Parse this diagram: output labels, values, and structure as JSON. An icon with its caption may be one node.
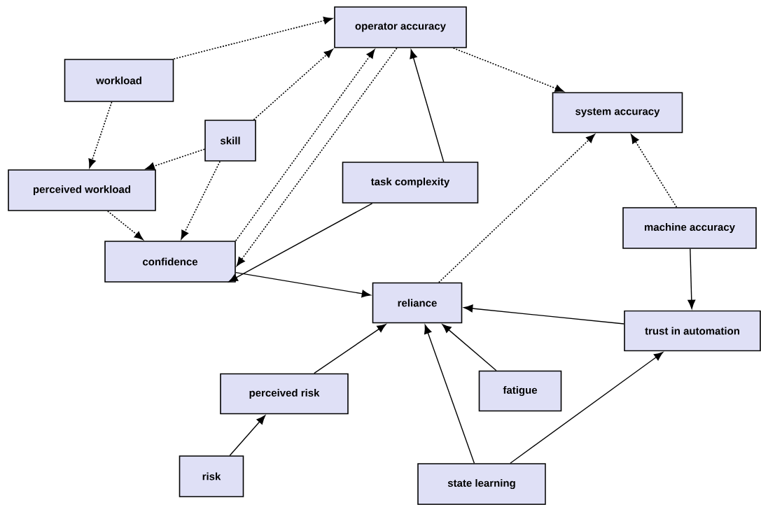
{
  "diagram": {
    "nodes": [
      {
        "text": [
          "operator accuracy"
        ]
      },
      {
        "text": [
          "workload"
        ]
      },
      {
        "text": [
          "system accuracy"
        ]
      },
      {
        "text": [
          "skill"
        ]
      },
      {
        "text": [
          "perceived workload"
        ]
      },
      {
        "text": [
          "task complexity"
        ]
      },
      {
        "text": [
          "machine accuracy"
        ]
      },
      {
        "text": [
          "confidence"
        ]
      },
      {
        "text": [
          "reliance"
        ]
      },
      {
        "text": [
          "trust in automation"
        ]
      },
      {
        "text": [
          "perceived risk"
        ]
      },
      {
        "text": [
          "fatigue"
        ]
      },
      {
        "text": [
          "risk"
        ]
      },
      {
        "text": [
          "state learning"
        ]
      }
    ],
    "edges": [
      {
        "from": 1,
        "to": 0,
        "arrow": "to",
        "style": "dashed"
      },
      {
        "from": 1,
        "to": 4,
        "arrow": "to",
        "style": "dashed"
      },
      {
        "from": 3,
        "to": 0,
        "arrow": "to",
        "style": "dashed"
      },
      {
        "from": 3,
        "to": 4,
        "arrow": "to",
        "style": "dashed"
      },
      {
        "from": 3,
        "to": 7,
        "arrow": "to",
        "style": "dashed"
      },
      {
        "from": 4,
        "to": 7,
        "arrow": "to",
        "style": "dashed"
      },
      {
        "from": 7,
        "to": 0,
        "arrow": "to",
        "style": "dashed"
      },
      {
        "from": 0,
        "to": 7,
        "arrow": "to",
        "style": "dashed"
      },
      {
        "from": 5,
        "to": 0,
        "arrow": "to"
      },
      {
        "from": 5,
        "to": 7,
        "arrow": "to"
      },
      {
        "from": 0,
        "to": 2,
        "arrow": "to",
        "style": "dashed"
      },
      {
        "from": 8,
        "to": 2,
        "arrow": "to",
        "style": "dashed"
      },
      {
        "from": 6,
        "to": 2,
        "arrow": "to",
        "style": "dashed"
      },
      {
        "from": 6,
        "to": 9,
        "arrow": "to"
      },
      {
        "from": 7,
        "to": 8,
        "arrow": "to"
      },
      {
        "from": 9,
        "to": 8,
        "arrow": "to"
      },
      {
        "from": 10,
        "to": 8,
        "arrow": "to"
      },
      {
        "from": 11,
        "to": 8,
        "arrow": "to"
      },
      {
        "from": 13,
        "to": 8,
        "arrow": "to"
      },
      {
        "from": 13,
        "to": 9,
        "arrow": "to"
      },
      {
        "from": 12,
        "to": 10,
        "arrow": "to"
      }
    ]
  }
}
